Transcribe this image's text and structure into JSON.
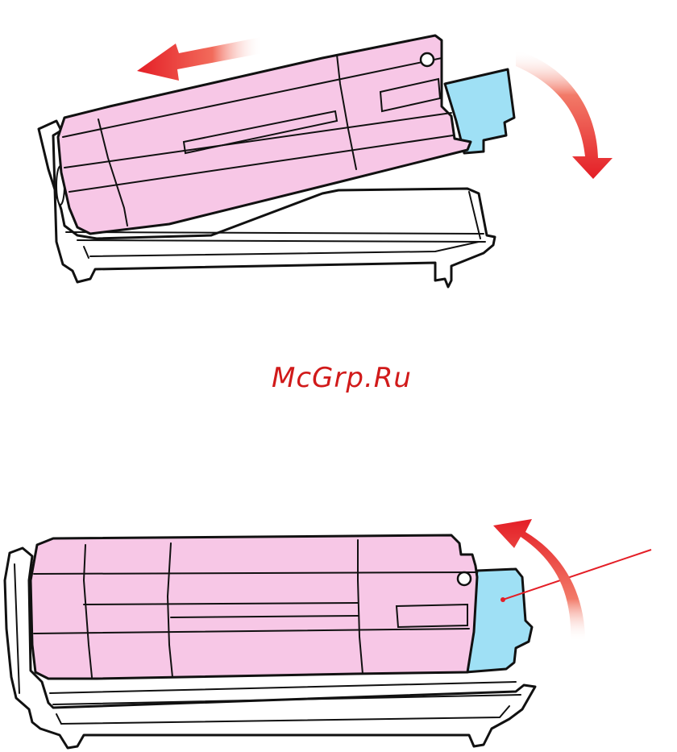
{
  "watermark": {
    "text": "McGrp.Ru",
    "color": "#d11a1a"
  },
  "colors": {
    "cartridge_body": "#f7c7e6",
    "cartridge_tab": "#9fe0f5",
    "arrow": "#e41e26",
    "outline": "#111111",
    "drum_unit": "#ffffff",
    "callout_line": "#e41e26"
  },
  "figures": [
    {
      "name": "top",
      "icons": [
        "toner-cartridge-icon",
        "drum-unit-icon",
        "arrow-left-icon",
        "arrow-curve-down-icon"
      ]
    },
    {
      "name": "bottom",
      "icons": [
        "toner-cartridge-icon",
        "drum-unit-icon",
        "arrow-curve-up-icon",
        "callout-line-icon"
      ]
    }
  ]
}
